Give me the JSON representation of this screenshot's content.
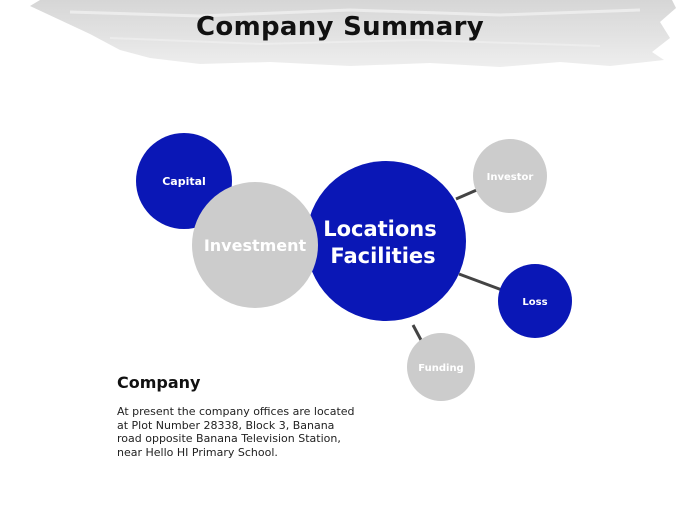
{
  "title": "Company Summary",
  "colors": {
    "accent": "#0a17b6",
    "gray_circle": "#cccccc",
    "connector": "#444444",
    "banner": "#e2e2e2"
  },
  "diagram": {
    "center": {
      "line1": "Locations",
      "line2": "Facilities"
    },
    "investment": "Investment",
    "capital": "Capital",
    "investor": "Investor",
    "loss": "Loss",
    "funding": "Funding"
  },
  "text_block": {
    "heading": "Company",
    "body": "At present the company offices are located\nat Plot Number 28338, Block 3, Banana\nroad opposite Banana Television Station,\nnear Hello HI Primary School."
  }
}
